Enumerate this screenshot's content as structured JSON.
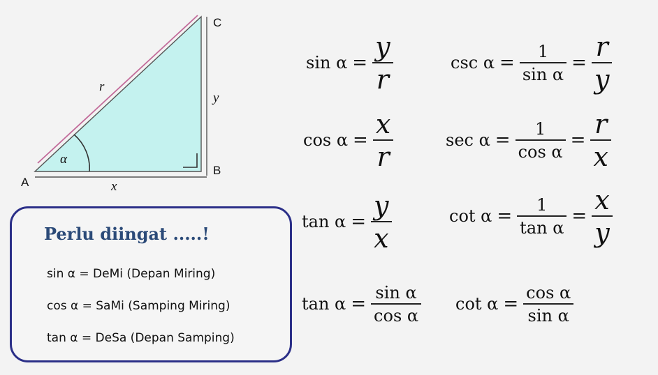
{
  "triangle": {
    "vertex_a": "A",
    "vertex_b": "B",
    "vertex_c": "C",
    "side_hypotenuse": "r",
    "side_vertical": "y",
    "side_horizontal": "x",
    "angle": "α",
    "fill_color": "#c4f2ef"
  },
  "note": {
    "title": "Perlu diingat .....!",
    "lines": [
      "sin α = DeMi (Depan Miring)",
      "cos α = SaMi (Samping Miring)",
      "tan α = DeSa (Depan Samping)"
    ],
    "border_color": "#2b2f88",
    "title_color": "#2b4a78"
  },
  "formulas": {
    "sin": {
      "lhs": "sin α",
      "eq": "=",
      "num": "y",
      "den": "r"
    },
    "cos": {
      "lhs": "cos α",
      "eq": "=",
      "num": "x",
      "den": "r"
    },
    "tan": {
      "lhs": "tan α",
      "eq": "=",
      "num": "y",
      "den": "x"
    },
    "csc": {
      "lhs": "csc α",
      "eq": "=",
      "num1": "1",
      "den1": "sin α",
      "eq2": "=",
      "num2": "r",
      "den2": "y"
    },
    "sec": {
      "lhs": "sec α",
      "eq": "=",
      "num1": "1",
      "den1": "cos α",
      "eq2": "=",
      "num2": "r",
      "den2": "x"
    },
    "cot": {
      "lhs": "cot α",
      "eq": "=",
      "num1": "1",
      "den1": "tan α",
      "eq2": "=",
      "num2": "x",
      "den2": "y"
    },
    "tan2": {
      "lhs": "tan α",
      "eq": "=",
      "num": "sin α",
      "den": "cos α"
    },
    "cot2": {
      "lhs": "cot α",
      "eq": "=",
      "num": "cos α",
      "den": "sin α"
    }
  }
}
